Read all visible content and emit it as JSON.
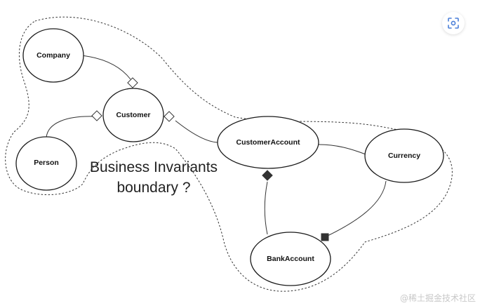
{
  "diagram": {
    "nodes": {
      "company": "Company",
      "customer": "Customer",
      "person": "Person",
      "customer_account": "CustomerAccount",
      "currency": "Currency",
      "bank_account": "BankAccount"
    },
    "edges": [
      {
        "from": "company",
        "to": "customer",
        "end_marker": "open-diamond"
      },
      {
        "from": "person",
        "to": "customer",
        "end_marker": "open-diamond"
      },
      {
        "from": "customer_account",
        "to": "customer",
        "end_marker": "open-diamond"
      },
      {
        "from": "customer_account",
        "to": "currency",
        "end_marker": "none"
      },
      {
        "from": "bank_account",
        "to": "customer_account",
        "end_marker": "filled-diamond"
      },
      {
        "from": "currency",
        "to": "bank_account",
        "end_marker": "filled-square"
      }
    ],
    "caption": {
      "line1": "Business Invariants",
      "line2": "boundary ?"
    },
    "boundary_style": "dotted"
  },
  "toolbar": {
    "scan_icon": "scan-icon",
    "accent_color": "#4a7fd8"
  },
  "watermark": {
    "text": "@稀土掘金技术社区"
  }
}
